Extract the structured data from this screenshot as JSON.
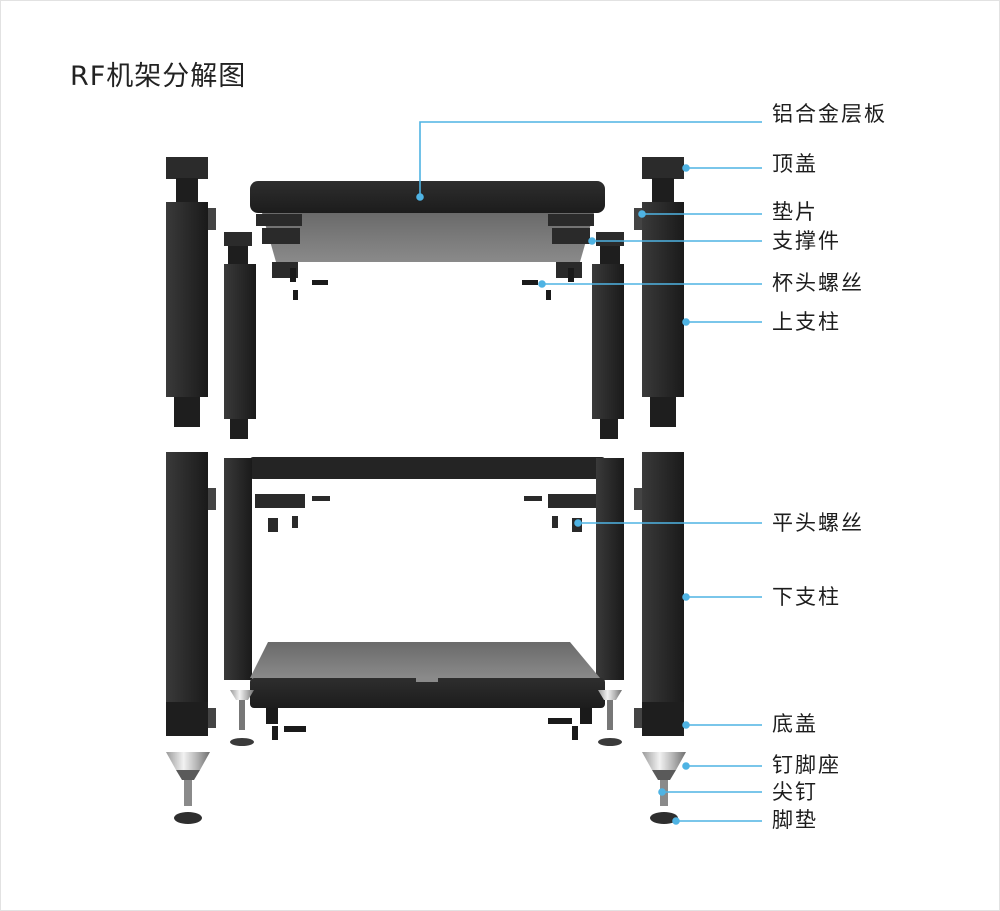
{
  "title": "RF机架分解图",
  "accent_color": "#4fb3e3",
  "parts": [
    {
      "id": "plate",
      "label": "铝合金层板"
    },
    {
      "id": "top-cap",
      "label": "顶盖"
    },
    {
      "id": "shim",
      "label": "垫片"
    },
    {
      "id": "support",
      "label": "支撑件"
    },
    {
      "id": "cup-screw",
      "label": "杯头螺丝"
    },
    {
      "id": "upper-post",
      "label": "上支柱"
    },
    {
      "id": "flat-screw",
      "label": "平头螺丝"
    },
    {
      "id": "lower-post",
      "label": "下支柱"
    },
    {
      "id": "bottom-cap",
      "label": "底盖"
    },
    {
      "id": "spike-seat",
      "label": "钉脚座"
    },
    {
      "id": "spike",
      "label": "尖钉"
    },
    {
      "id": "foot-pad",
      "label": "脚垫"
    }
  ]
}
